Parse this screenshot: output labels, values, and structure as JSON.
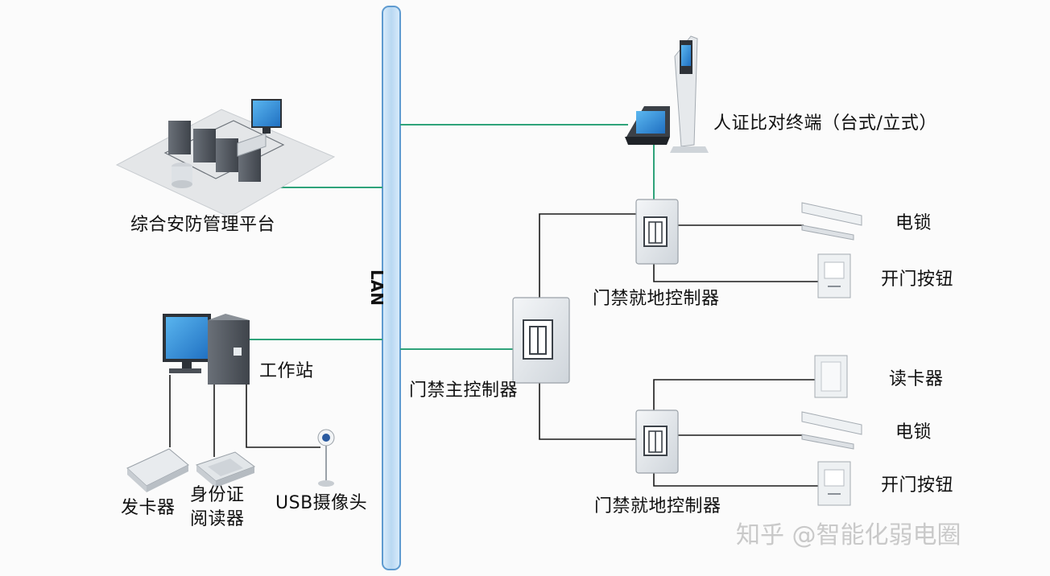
{
  "bus": {
    "label": "LAN"
  },
  "nodes": {
    "platform": {
      "label": "综合安防管理平台"
    },
    "workstation": {
      "label": "工作站"
    },
    "card_issuer": {
      "label": "发卡器"
    },
    "id_reader_line1": {
      "label": "身份证"
    },
    "id_reader_line2": {
      "label": "阅读器"
    },
    "usb_camera": {
      "label": "USB摄像头"
    },
    "verify_terminal": {
      "label": "人证比对终端（台式/立式）"
    },
    "main_controller": {
      "label": "门禁主控制器"
    },
    "local_controller_1": {
      "label": "门禁就地控制器"
    },
    "local_controller_2": {
      "label": "门禁就地控制器"
    },
    "lock_1": {
      "label": "电锁"
    },
    "button_1": {
      "label": "开门按钮"
    },
    "card_reader": {
      "label": "读卡器"
    },
    "lock_2": {
      "label": "电锁"
    },
    "button_2": {
      "label": "开门按钮"
    }
  },
  "watermark": {
    "text": "知乎 @智能化弱电圈"
  },
  "colors": {
    "network_link": "#2fa37a",
    "wire": "#1a1a1a",
    "bus": "#c6dff4",
    "bus_border": "#5f9bd0"
  }
}
